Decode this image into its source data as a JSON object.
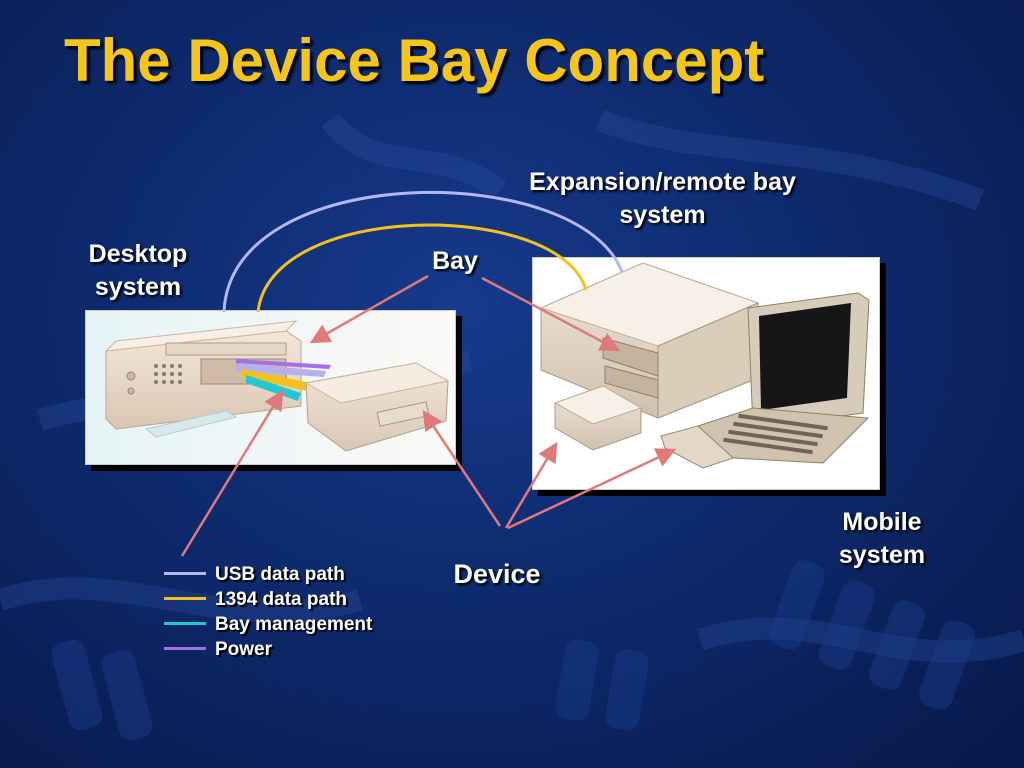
{
  "slide": {
    "title": "The Device Bay Concept"
  },
  "labels": {
    "desktop": "Desktop system",
    "bay": "Bay",
    "expansion": "Expansion/remote bay system",
    "mobile": "Mobile system",
    "device": "Device"
  },
  "legend": [
    {
      "label": "USB data path",
      "color": "#b3b8f2"
    },
    {
      "label": "1394 data path",
      "color": "#f2c21b"
    },
    {
      "label": "Bay management",
      "color": "#22c7d4"
    },
    {
      "label": "Power",
      "color": "#a56ee6"
    }
  ],
  "colors": {
    "title": "#f5c518",
    "background": "#0e2a6e",
    "pointer": "#e07a7a",
    "usb_path": "#b3b8f2",
    "path_1394": "#f2c21b"
  },
  "icons": [
    "desktop-computer-icon",
    "device-module-icon",
    "expansion-tower-icon",
    "laptop-icon"
  ]
}
